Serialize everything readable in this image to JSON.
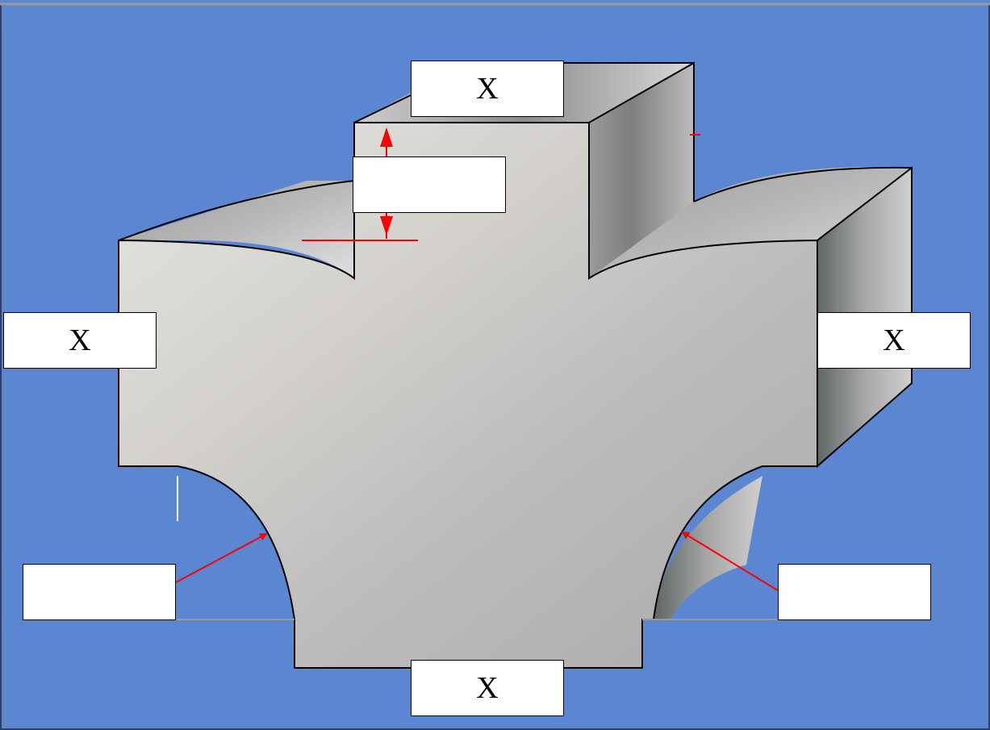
{
  "colors": {
    "background": "#5b87d2",
    "dimension": "#ff0000",
    "outline": "#000000",
    "label_fill": "#ffffff"
  },
  "labels": {
    "top": "X",
    "height": "",
    "left": "X",
    "right": "X",
    "radius_left": "",
    "radius_right": "",
    "bottom": "X"
  }
}
